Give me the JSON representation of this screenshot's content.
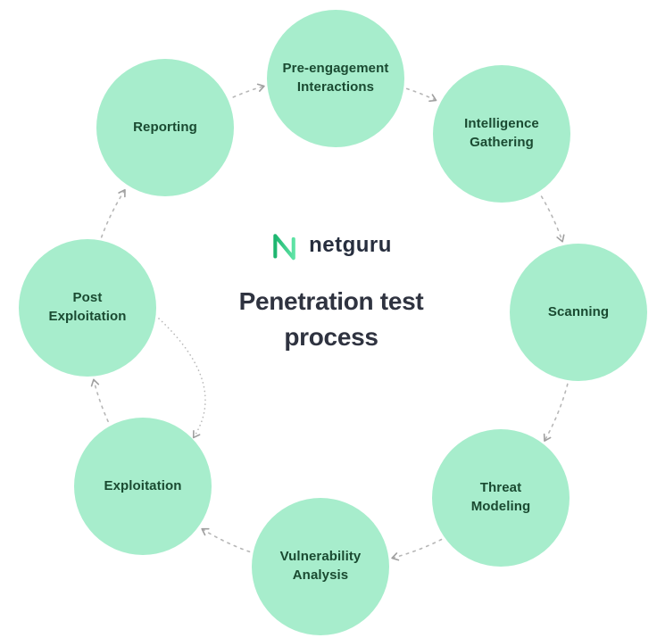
{
  "diagram": {
    "brand": {
      "name": "netguru"
    },
    "title": "Penetration test process",
    "steps": [
      {
        "id": "pre-engagement-interactions",
        "label": "Pre-engagement\nInteractions"
      },
      {
        "id": "intelligence-gathering",
        "label": "Intelligence\nGathering"
      },
      {
        "id": "scanning",
        "label": "Scanning"
      },
      {
        "id": "threat-modeling",
        "label": "Threat\nModeling"
      },
      {
        "id": "vulnerability-analysis",
        "label": "Vulnerability\nAnalysis"
      },
      {
        "id": "exploitation",
        "label": "Exploitation"
      },
      {
        "id": "post-exploitation",
        "label": "Post\nExploitation"
      },
      {
        "id": "reporting",
        "label": "Reporting"
      }
    ],
    "connectors": {
      "style": "dashed-arrows",
      "direction": "clockwise",
      "loopback": {
        "from": "Post Exploitation",
        "to": "Exploitation"
      }
    },
    "colors": {
      "circle_fill": "#a7edcc",
      "circle_text": "#1a4a31",
      "title_text": "#2f3340",
      "brand_text": "#272e3e",
      "connector": "#b7b7b7",
      "arrowhead": "#9f9f9f",
      "logo_green_dark": "#1cb56f",
      "logo_green_light": "#5fe3a5",
      "background": "#ffffff"
    }
  }
}
